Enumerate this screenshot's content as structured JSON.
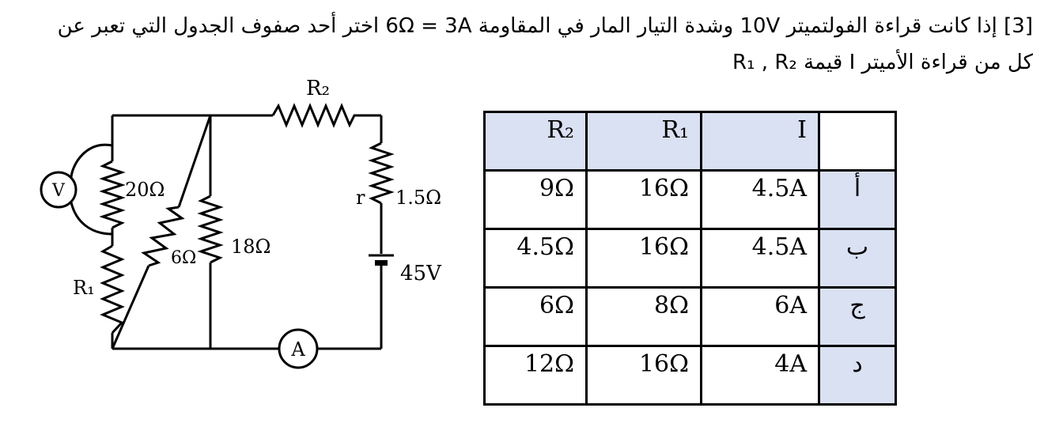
{
  "question": {
    "line1": "[3] إذا كانت قراءة الفولتميتر 10V وشدة التيار المار في المقاومة 6Ω = 3A اختر أحد صفوف الجدول التي تعبر عن",
    "line2": "كل من قراءة الأميتر I قيمة R₁ , R₂"
  },
  "circuit": {
    "labels": {
      "r2": "R₂",
      "r1": "R₁",
      "res20": "20Ω",
      "res6": "6Ω",
      "res18": "18Ω",
      "r_internal": "r",
      "res_r_value": "1.5Ω",
      "battery": "45V",
      "voltmeter": "V",
      "ammeter": "A"
    }
  },
  "table": {
    "headers": {
      "r2": "R₂",
      "r1": "R₁",
      "i": "I"
    },
    "rows": [
      {
        "option": "أ",
        "i": "4.5A",
        "r1": "16Ω",
        "r2": "9Ω"
      },
      {
        "option": "ب",
        "i": "4.5A",
        "r1": "16Ω",
        "r2": "4.5Ω"
      },
      {
        "option": "ج",
        "i": "6A",
        "r1": "8Ω",
        "r2": "6Ω"
      },
      {
        "option": "د",
        "i": "4A",
        "r1": "16Ω",
        "r2": "12Ω"
      }
    ]
  }
}
